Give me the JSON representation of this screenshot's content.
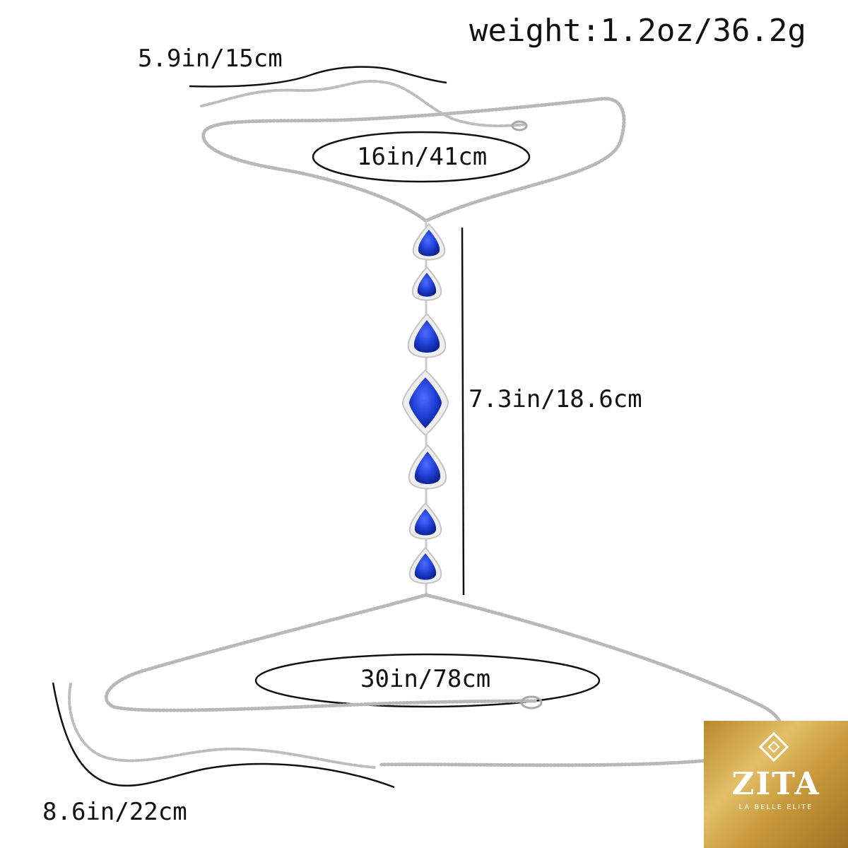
{
  "product": {
    "weight": "weight:1.2oz/36.2g",
    "strap_extension": "5.9in/15cm",
    "neck_chain": "16in/41cm",
    "center_drop": "7.3in/18.6cm",
    "waist_chain": "30in/78cm",
    "waist_extension": "8.6in/22cm",
    "stone_count": 7,
    "colors": {
      "stone": "#1f3fd6",
      "stone_dark": "#0b1f8c",
      "chain": "#c9c9c9",
      "annotation": "#111111"
    }
  },
  "brand": {
    "name": "ZITA",
    "tagline": "LA BELLE ELITE",
    "badge_color": "#c99a3c"
  }
}
